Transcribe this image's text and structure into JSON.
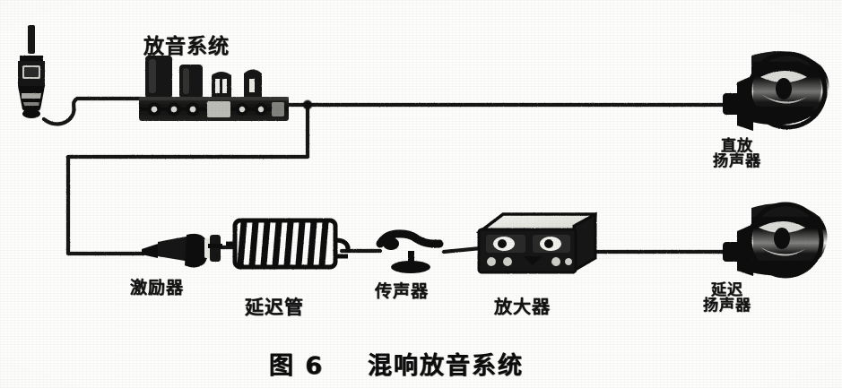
{
  "figure": {
    "caption_number": "图 6",
    "caption_title": "混响放音系统",
    "caption_full": "图 6  混响放音系统",
    "system_title": "放音系统"
  },
  "labels": {
    "source_microphone": "",
    "playback_system": "放音系统",
    "direct_speaker_line1": "直放",
    "direct_speaker_line2": "扬声器",
    "exciter": "激励器",
    "delay_tube": "延迟管",
    "microphone": "传声器",
    "amplifier": "放大器",
    "delay_speaker_line1": "延迟",
    "delay_speaker_line2": "扬声器"
  },
  "components": [
    {
      "name": "source-microphone",
      "label": ""
    },
    {
      "name": "playback-system-unit",
      "label": "放音系统"
    },
    {
      "name": "direct-loudspeaker",
      "label": "直放扬声器"
    },
    {
      "name": "exciter",
      "label": "激励器"
    },
    {
      "name": "delay-tube",
      "label": "延迟管"
    },
    {
      "name": "pickup-microphone",
      "label": "传声器"
    },
    {
      "name": "amplifier",
      "label": "放大器"
    },
    {
      "name": "delay-loudspeaker",
      "label": "延迟扬声器"
    }
  ],
  "colors": {
    "ink": "#111111",
    "paper": "#fdfdfb",
    "wire": "#121212"
  }
}
